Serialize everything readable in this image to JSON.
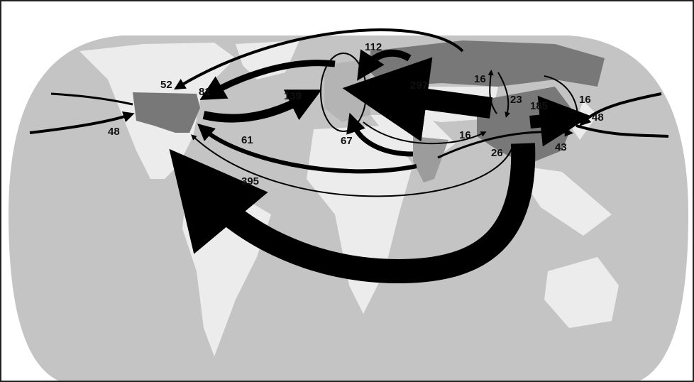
{
  "colors": {
    "ocean": "#c4c4c4",
    "land": "#ececec",
    "highlight_dark": "#787878",
    "highlight_mid": "#9c9c9c",
    "highlight_light": "#b4b4b4",
    "flow": "#000000"
  },
  "flows": [
    {
      "label": "52",
      "value": 52
    },
    {
      "label": "81",
      "value": 81
    },
    {
      "label": "48",
      "value": 48
    },
    {
      "label": "139",
      "value": 139
    },
    {
      "label": "61",
      "value": 61
    },
    {
      "label": "395",
      "value": 395
    },
    {
      "label": "112",
      "value": 112
    },
    {
      "label": "297",
      "value": 297
    },
    {
      "label": "67",
      "value": 67
    },
    {
      "label": "16",
      "value": 16
    },
    {
      "label": "16",
      "value": 16
    },
    {
      "label": "23",
      "value": 23
    },
    {
      "label": "185",
      "value": 185
    },
    {
      "label": "16",
      "value": 16
    },
    {
      "label": "48",
      "value": 48
    },
    {
      "label": "26",
      "value": 26
    },
    {
      "label": "43",
      "value": 43
    }
  ]
}
